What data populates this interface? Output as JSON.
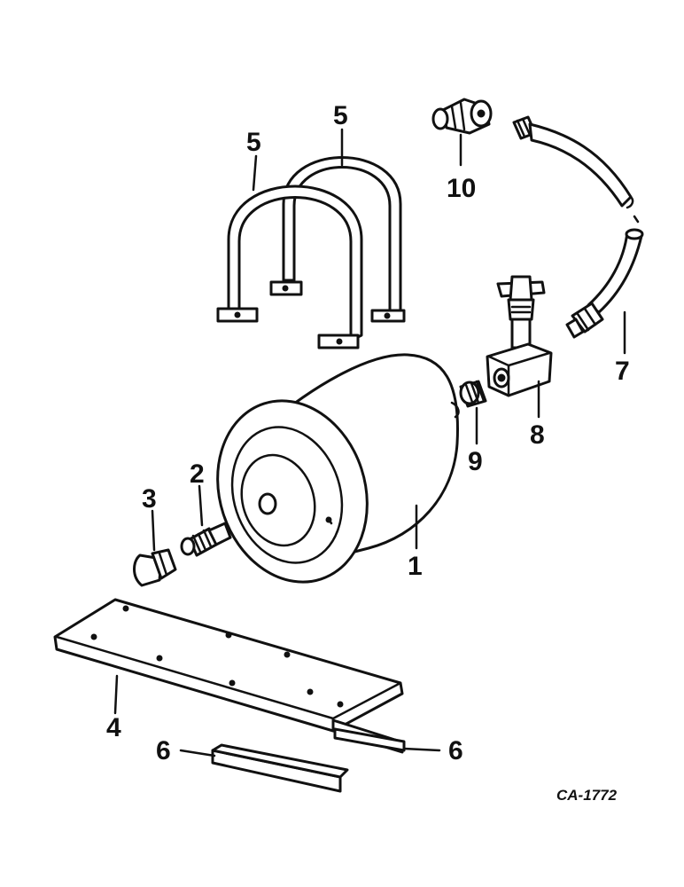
{
  "diagram": {
    "drawing_code": "CA-1772",
    "callouts": {
      "c1": "1",
      "c2": "2",
      "c3": "3",
      "c4": "4",
      "c5a": "5",
      "c5b": "5",
      "c6a": "6",
      "c6b": "6",
      "c7": "7",
      "c8": "8",
      "c9": "9",
      "c10": "10"
    }
  }
}
